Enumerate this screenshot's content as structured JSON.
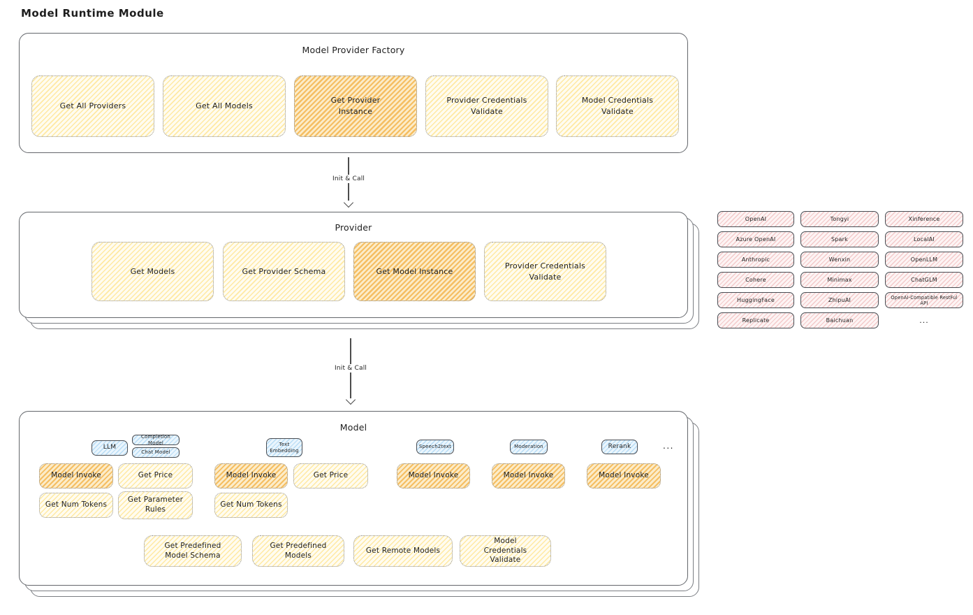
{
  "page_title": "Model Runtime Module",
  "arrow_label": "Init & Call",
  "factory": {
    "title": "Model Provider Factory",
    "buttons": [
      {
        "label": "Get All Providers",
        "highlight": false
      },
      {
        "label": "Get All Models",
        "highlight": false
      },
      {
        "label": "Get Provider Instance",
        "highlight": true
      },
      {
        "label": "Provider Credentials Validate",
        "highlight": false
      },
      {
        "label": "Model Credentials Validate",
        "highlight": false
      }
    ]
  },
  "provider": {
    "title": "Provider",
    "buttons": [
      {
        "label": "Get Models",
        "highlight": false
      },
      {
        "label": "Get Provider Schema",
        "highlight": false
      },
      {
        "label": "Get Model Instance",
        "highlight": true
      },
      {
        "label": "Provider Credentials Validate",
        "highlight": false
      }
    ]
  },
  "providers": {
    "items": [
      "OpenAI",
      "Tongyi",
      "Xinference",
      "Azure OpenAI",
      "Spark",
      "LocalAI",
      "Anthropic",
      "Wenxin",
      "OpenLLM",
      "Cohere",
      "Minimax",
      "ChatGLM",
      "HuggingFace",
      "ZhipuAI",
      "OpenAI-Compatible RestFul API",
      "Replicate",
      "Baichuan"
    ],
    "more": "..."
  },
  "model": {
    "title": "Model",
    "tabs": [
      "LLM",
      "Completion Model",
      "Chat Model",
      "Text Embedding",
      "Speech2text",
      "Moderation",
      "Rerank"
    ],
    "tabs_more": "...",
    "actions": {
      "model_invoke": "Model Invoke",
      "get_price": "Get Price",
      "get_num_tokens": "Get Num Tokens",
      "get_parameter_rules": "Get Parameter Rules"
    },
    "shared": [
      "Get Predefined Model Schema",
      "Get Predefined Models",
      "Get Remote Models",
      "Model Credentials Validate"
    ]
  },
  "colors": {
    "yellow_hatch": "#ffe9a3",
    "yellow_bg": "#fffcf0",
    "orange_hatch": "#f5be62",
    "orange_bg": "#fcecc9",
    "pink_hatch": "#f3caca",
    "pink_bg": "#fdf4f4",
    "blue_hatch": "#b7dcf5",
    "blue_bg": "#eaf5fd",
    "border_dark": "#494d53",
    "border_dotted": "#8f8f8f",
    "text": "#1e1e1e"
  }
}
